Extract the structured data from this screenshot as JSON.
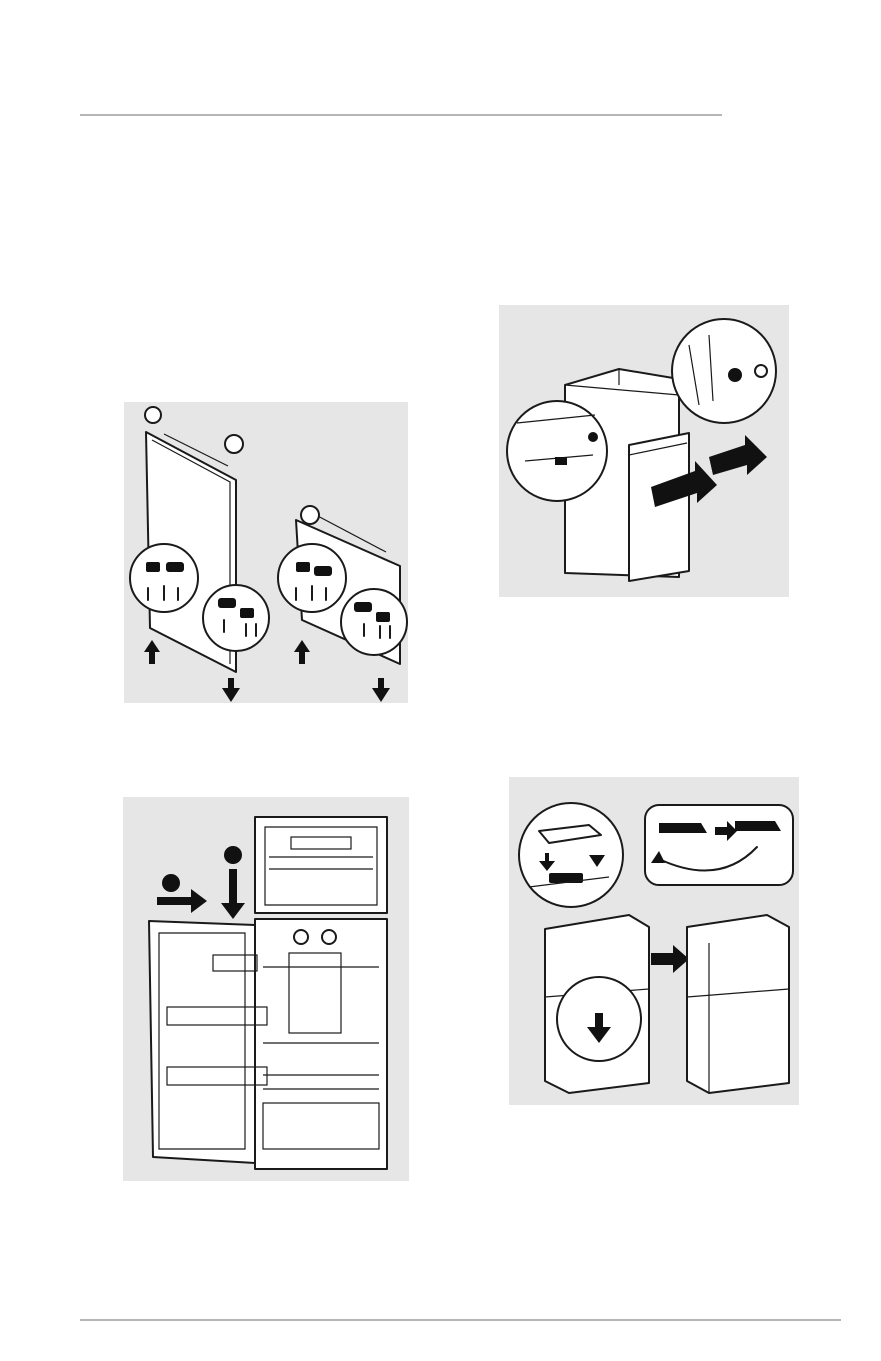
{
  "page": {
    "number": ""
  },
  "figures": [
    {
      "id": "door-hinge-swap",
      "icon": "door-hardware-removal-illustration"
    },
    {
      "id": "door-installation",
      "icon": "door-mount-illustration"
    },
    {
      "id": "interior-view",
      "icon": "open-refrigerator-illustration"
    },
    {
      "id": "top-hinge-cover",
      "icon": "hinge-cover-swap-illustration"
    }
  ],
  "colors": {
    "panel": "#e6e6e6",
    "ink": "#1a1a1a",
    "rule": "#b5b5b5"
  }
}
